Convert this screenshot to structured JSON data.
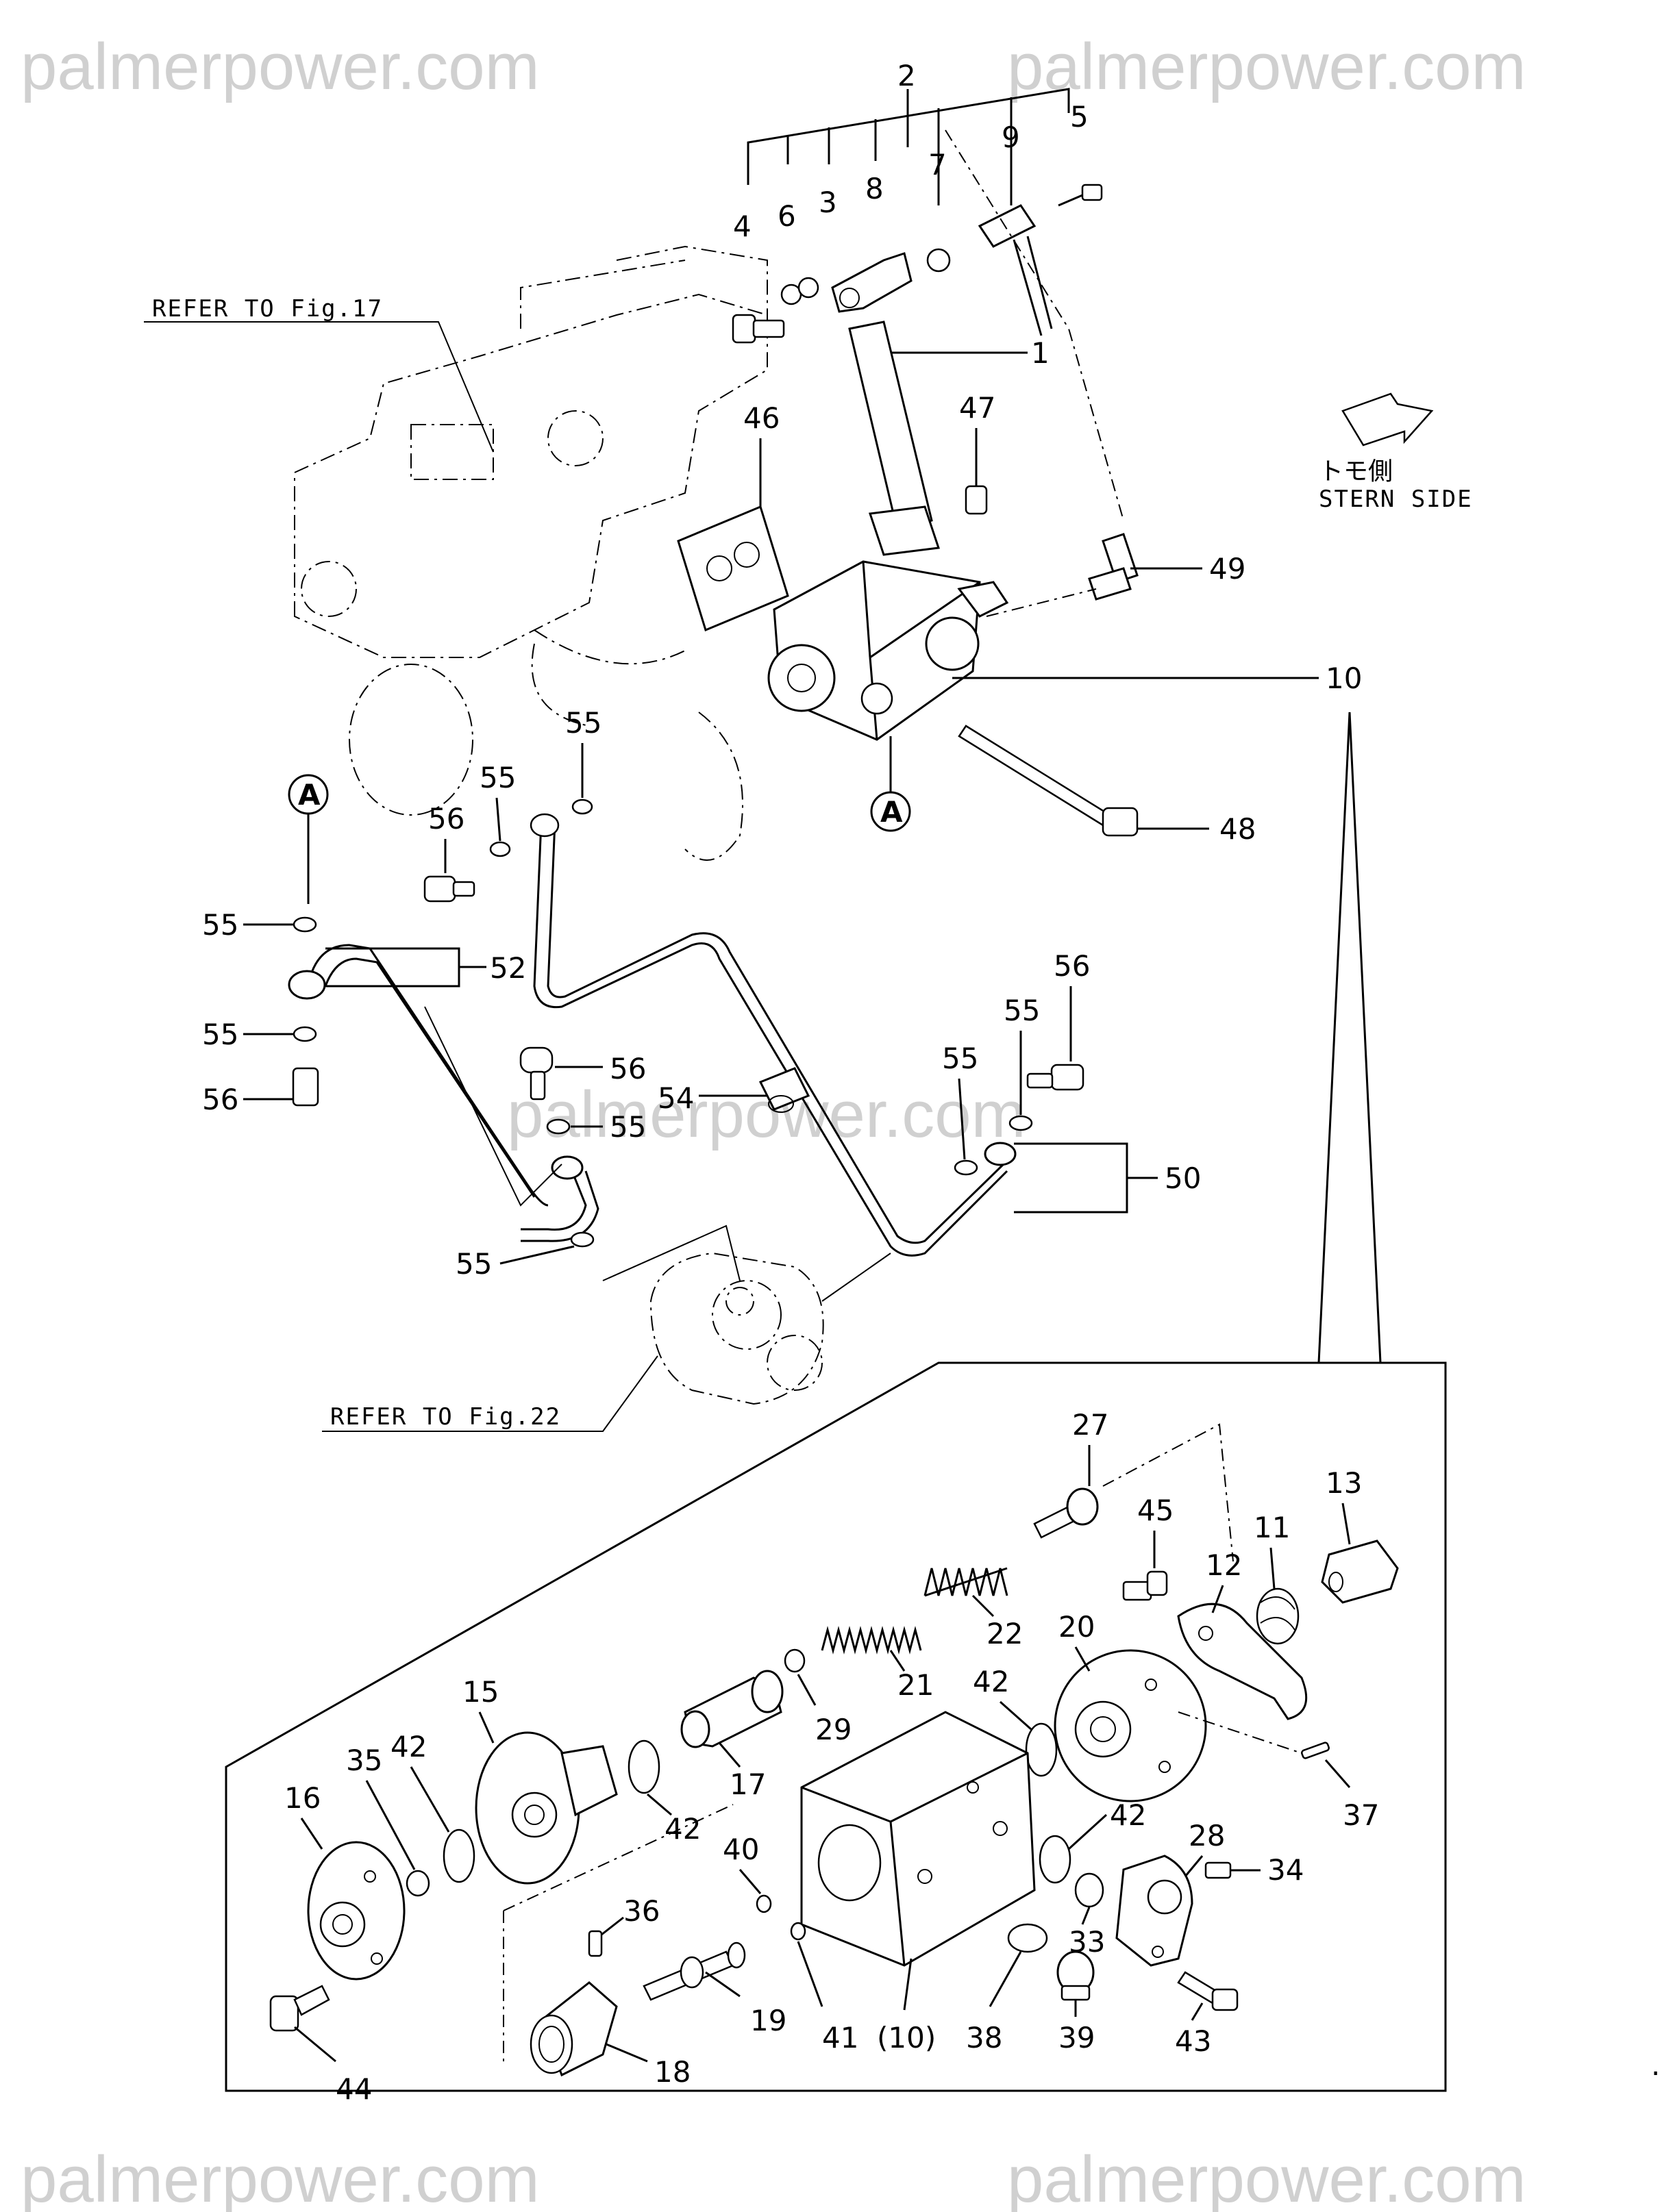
{
  "watermarks": [
    "palmerpower.com",
    "palmerpower.com",
    "palmerpower.com",
    "palmerpower.com",
    "palmerpower.com"
  ],
  "labels": {
    "refer_fig17": "REFER TO Fig.17",
    "refer_fig22": "REFER TO Fig.22",
    "stern_jp": "トモ側",
    "stern_en": "STERN SIDE",
    "section_a_top": "A",
    "section_a_bottom": "A"
  },
  "callouts": {
    "c1": "1",
    "c2": "2",
    "c3": "3",
    "c4": "4",
    "c5": "5",
    "c6": "6",
    "c7": "7",
    "c8": "8",
    "c9": "9",
    "c10": "10",
    "c10p": "(10)",
    "c11": "11",
    "c12": "12",
    "c13": "13",
    "c15": "15",
    "c16": "16",
    "c17": "17",
    "c18": "18",
    "c19": "19",
    "c20": "20",
    "c21": "21",
    "c22": "22",
    "c27": "27",
    "c28": "28",
    "c29": "29",
    "c33": "33",
    "c34": "34",
    "c35": "35",
    "c36": "36",
    "c37": "37",
    "c38": "38",
    "c39": "39",
    "c40": "40",
    "c41": "41",
    "c42a": "42",
    "c42b": "42",
    "c42c": "42",
    "c42d": "42",
    "c43": "43",
    "c44": "44",
    "c45": "45",
    "c46": "46",
    "c47": "47",
    "c48": "48",
    "c49": "49",
    "c50": "50",
    "c52": "52",
    "c54": "54",
    "c55a": "55",
    "c55b": "55",
    "c55c": "55",
    "c55d": "55",
    "c55e": "55",
    "c55f": "55",
    "c55g": "55",
    "c56a": "56",
    "c56b": "56",
    "c56c": "56",
    "c56d": "56"
  },
  "footer": {
    "mark": "."
  }
}
